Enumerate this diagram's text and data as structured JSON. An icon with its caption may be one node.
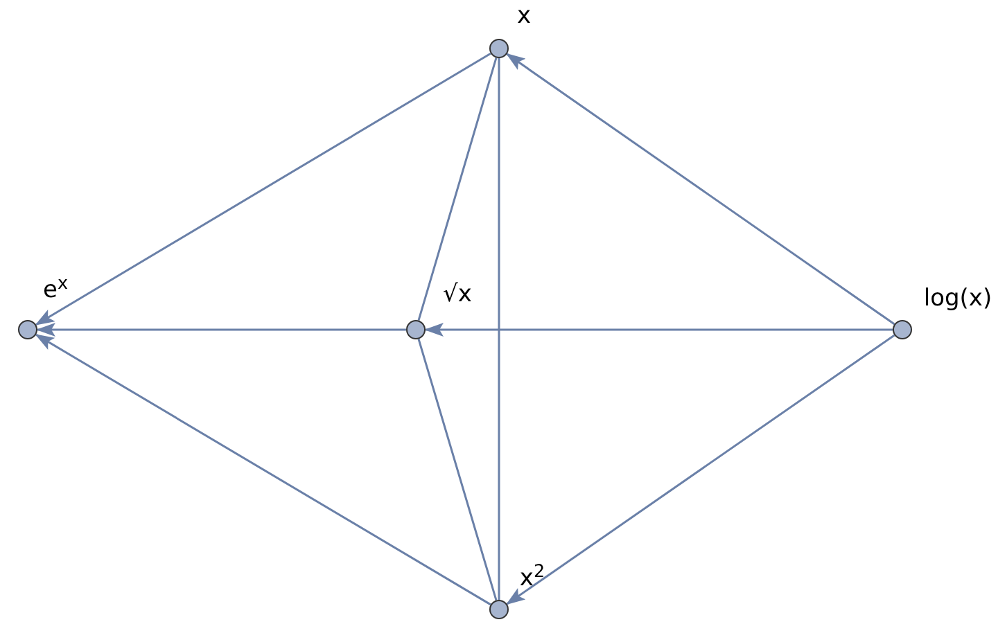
{
  "diagram": {
    "nodes": [
      {
        "text": [
          "x"
        ]
      },
      {
        "text": [
          "e$^{x}$"
        ]
      },
      {
        "text": [
          "√x"
        ]
      },
      {
        "text": [
          "log(x)"
        ]
      },
      {
        "text": [
          "x$^{2}$"
        ]
      }
    ],
    "edges": [
      {
        "from": 0,
        "to": 1,
        "arrow": "to"
      },
      {
        "from": 3,
        "to": 0,
        "arrow": "to"
      },
      {
        "from": 3,
        "to": 2,
        "arrow": "to"
      },
      {
        "from": 2,
        "to": 1,
        "arrow": "to"
      },
      {
        "from": 4,
        "to": 1,
        "arrow": "to"
      },
      {
        "from": 3,
        "to": 4,
        "arrow": "to"
      },
      {
        "from": 0,
        "to": 2,
        "arrow": "none"
      },
      {
        "from": 0,
        "to": 4,
        "arrow": "none"
      },
      {
        "from": 2,
        "to": 4,
        "arrow": "none"
      }
    ]
  }
}
